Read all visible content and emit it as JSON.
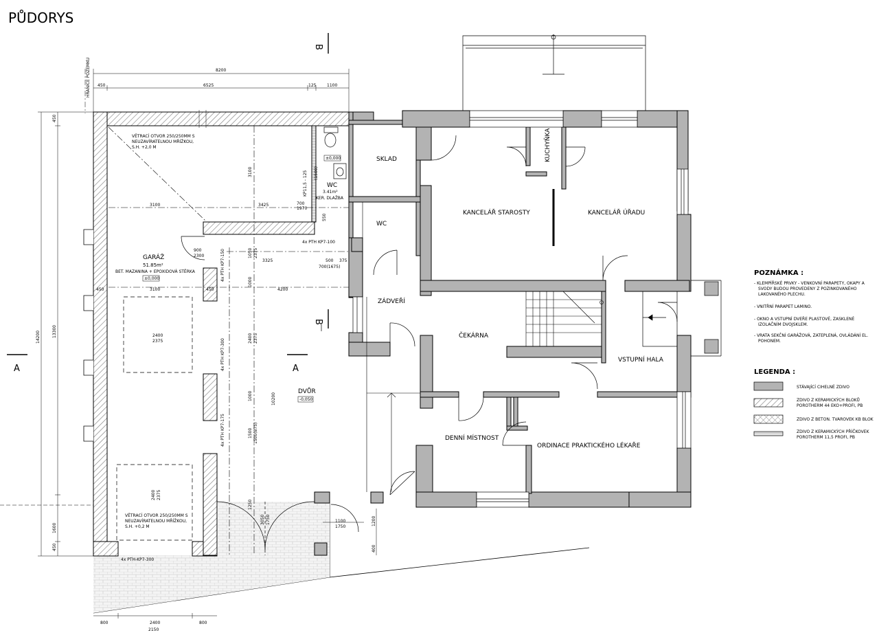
{
  "title": "PŮDORYS",
  "boundary_label": "HRANICE POZEMKU",
  "section_labels": {
    "b_top": "B",
    "b_mid": "B",
    "a_left": "A",
    "a_mid": "A"
  },
  "rooms": {
    "garage": {
      "name": "GARÁŽ",
      "area": "51.85m²",
      "floor": "BET. MAZANINA + EPOXIDOVÁ STĚRKA",
      "level": "±0,000"
    },
    "wc_garage": {
      "name": "WC",
      "area": "3.41m²",
      "floor": "KER. DLAŽBA",
      "level": "±0,000"
    },
    "sklad": "SKLAD",
    "wc": "WC",
    "zadveri": "ZÁDVEŘÍ",
    "kancelar_starosty": "KANCELÁŘ STAROSTY",
    "kuchynka": "KUCHYŇKA",
    "kancelar_uradu": "KANCELÁŘ ÚŘADU",
    "cekarna": "ČEKÁRNA",
    "vstupni_hala": "VSTUPNÍ HALA",
    "denni_mistnost": "DENNÍ MÍSTNOST",
    "ordinace": "ORDINACE PRAKTICKÉHO LÉKAŘE",
    "dvur": {
      "name": "DVŮR",
      "level": "-0,050"
    }
  },
  "annotations": {
    "vent_top": [
      "VĚTRACÍ OTVOR 250/250MM S",
      "NEUZAVÍRATELNOU MŘÍŽKOU,",
      "S.H. +2,0 M"
    ],
    "vent_bottom": [
      "VĚTRACÍ OTVOR 250/250MM S",
      "NEUZAVÍRATELNOU MŘÍŽKOU,",
      "S.H. +0,2 M"
    ],
    "lintel_wc": "4x PTH KP7-100",
    "lintel_vertical": "KP11,5 - 125",
    "lintel_bottom": "4x PTH-KP7-300",
    "lintel_v1": "4x PTH KP7-150",
    "lintel_v2": "4x PTH KP7-300",
    "lintel_v3": "4x PTH KP7-175"
  },
  "dimensions": {
    "top_total": "8200",
    "top_segments": [
      "450",
      "6525",
      "125",
      "1100"
    ],
    "left_total": "14200",
    "left_sub": "13300",
    "left_450_top": "450",
    "left_1600": "1600",
    "left_450_bottom": "450",
    "row1": [
      "3100",
      "3425"
    ],
    "row2": [
      "3100",
      "4200"
    ],
    "row2_left": "450",
    "row2_mid": "450",
    "garage_door": [
      "2400",
      "2375"
    ],
    "garage_door2": [
      "2400",
      "2375"
    ],
    "opening1": [
      "900",
      "2300"
    ],
    "opening_700": [
      "700",
      "1970"
    ],
    "dim_550": "550",
    "wc_1500": "(1500)",
    "mid_3325": "3325",
    "dim_500": "500",
    "dim_375": "375",
    "dim_700_1675": "700(1675)",
    "vert_3100": "3100",
    "vert_1000": "1000",
    "vert_2400": "2400",
    "vert_2375": "2375",
    "vert_1500": "1500",
    "vert_1500_875": "1500(875)",
    "vert_1000b": "1000",
    "vert_10200": "10200",
    "vert_1250": "1250",
    "vert_1050_2375": [
      "1050",
      "2375"
    ],
    "gate": [
      "1100",
      "1750"
    ],
    "dim_1200": "1200",
    "dim_400": "400",
    "gate_v": [
      "3050",
      "1750"
    ],
    "bottom": [
      "800",
      "2400",
      "800"
    ],
    "bottom_total": "2150"
  },
  "notes": {
    "title": "POZNÁMKA :",
    "items": [
      [
        "- KLEMPÍŘSKÉ PRVKY - VENKOVNÍ PARAPETY, OKAPY A",
        "SVODY BUDOU PROVEDENY Z POZINKOVANÉHO",
        "LAKOVANÉHO PLECHU."
      ],
      [
        "- VNITŘNÍ PARAPET LAMINO."
      ],
      [
        "- OKNO A VSTUPNÍ DVEŘE PLASTOVÉ, ZASKLENÉ",
        "IZOLAČNÍM DVOJSKLEM."
      ],
      [
        "- VRATA SEKČNÍ GARÁŽOVÁ, ZATEPLENÁ, OVLÁDÁNÍ EL.",
        "POHONEM."
      ]
    ]
  },
  "legend": {
    "title": "LEGENDA :",
    "items": [
      [
        "STÁVAJÍCÍ CIHELNÉ ZDIVO"
      ],
      [
        "ZDIVO Z KERAMICKÝCH BLOKŮ",
        "POROTHERM 44 EKO+PROFI, PB"
      ],
      [
        "ZDIVO Z BETON. TVAROVEK KB BLOK"
      ],
      [
        "ZDIVO Z KERAMICKÝCH PŘÍČKOVEK",
        "POROTHERM 11,5 PROFI, PB"
      ]
    ]
  },
  "colors": {
    "existing_wall": "#b3b3b3",
    "line": "#000000",
    "hatch": "#7a7a7a"
  }
}
